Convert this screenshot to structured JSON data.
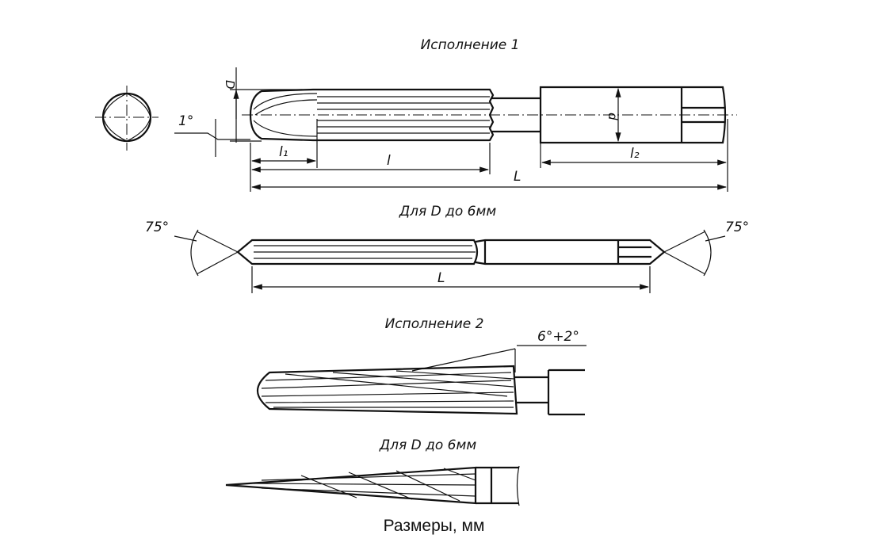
{
  "views": {
    "v1": {
      "title": "Исполнение 1",
      "D": "D",
      "angle": "1°",
      "l1": "l₁",
      "l": "l",
      "L": "L",
      "d": "d",
      "l2": "l₂"
    },
    "v2": {
      "title": "Для D до 6мм",
      "angle_left": "75°",
      "angle_right": "75°",
      "L": "L"
    },
    "v3": {
      "title": "Исполнение 2",
      "angle": "6°+2°"
    },
    "v4": {
      "title": "Для D до 6мм"
    }
  },
  "caption": "Размеры, мм"
}
